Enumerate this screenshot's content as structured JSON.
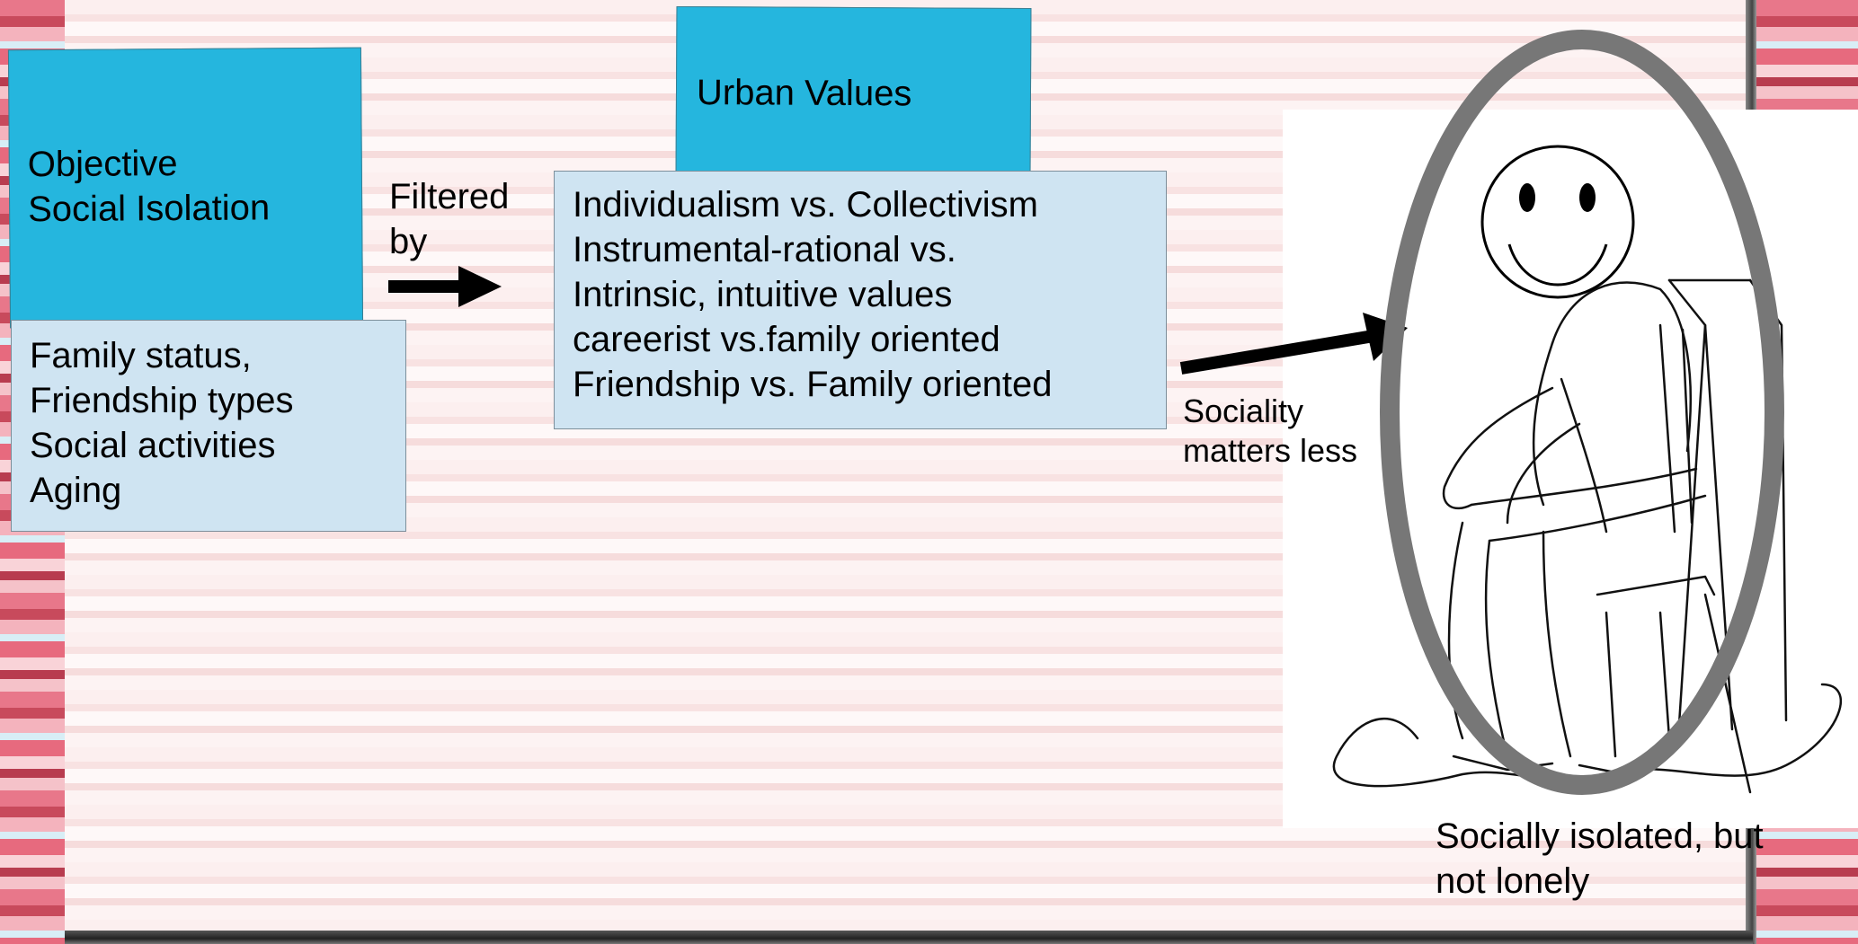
{
  "diagram": {
    "objective_box": {
      "title_lines": [
        "Objective",
        "Social Isolation"
      ]
    },
    "factors_box": {
      "lines": [
        "Family status,",
        "Friendship types",
        "Social activities",
        "Aging"
      ]
    },
    "filter_label": [
      "Filtered",
      "by"
    ],
    "urban_values_box": {
      "title": "Urban Values"
    },
    "values_list_box": {
      "lines": [
        "Individualism vs. Collectivism",
        "Instrumental-rational vs.",
        "Intrinsic, intuitive values",
        "careerist vs.family oriented",
        "Friendship vs. Family oriented"
      ]
    },
    "sociality_label": [
      "Sociality",
      "matters less"
    ],
    "outcome_caption": [
      "Socially isolated, but",
      "not lonely"
    ]
  },
  "colors": {
    "teal_box": "#25b6de",
    "light_box": "#cfe4f2",
    "ellipse": "#777777",
    "arrow": "#000000"
  }
}
